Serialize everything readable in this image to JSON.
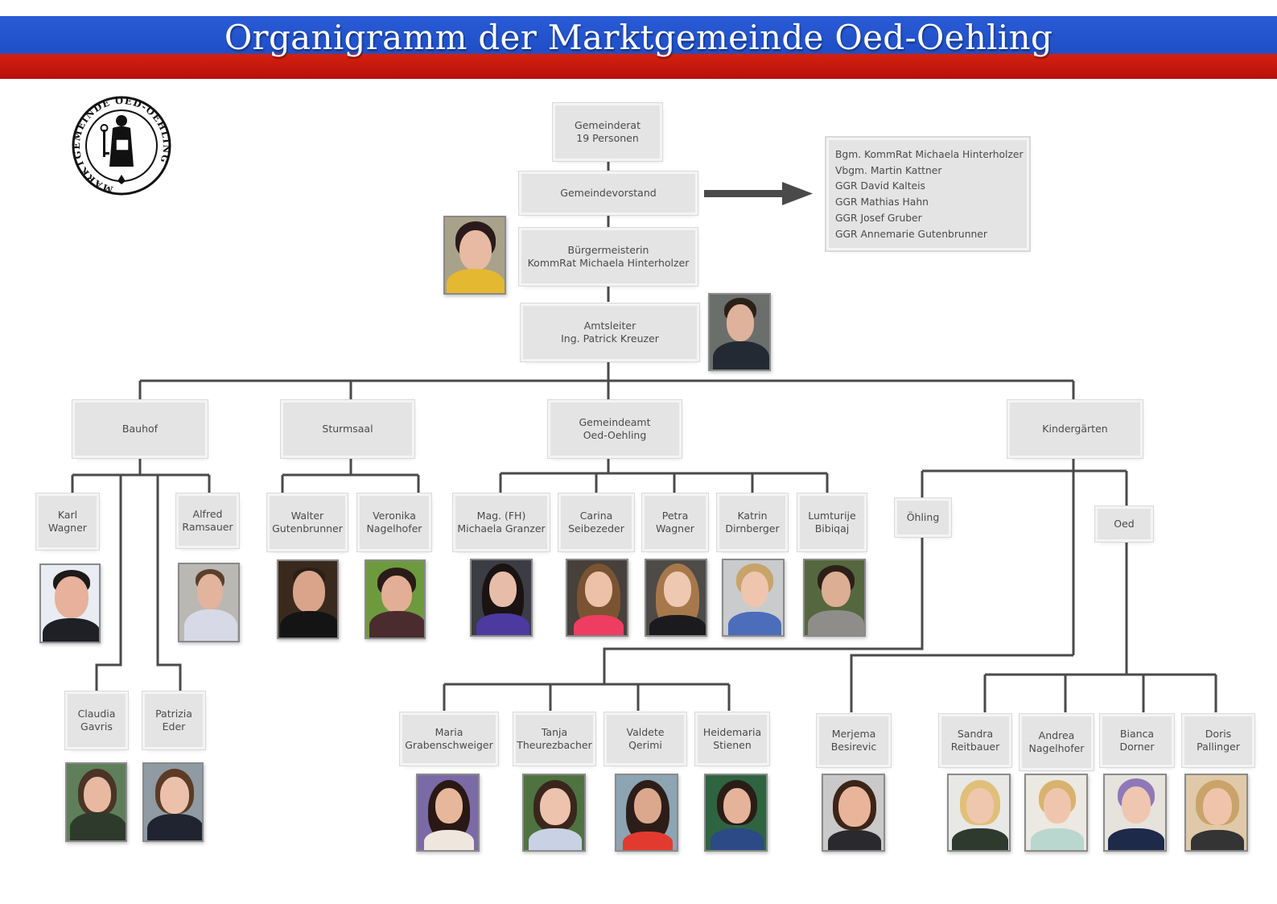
{
  "title": "Organigramm der Marktgemeinde Oed-Oehling",
  "seal": {
    "text": "MARKTGEMEINDE OED-OEHLING",
    "icon": "municipal-seal-icon"
  },
  "gemeinderat": {
    "line1": "Gemeinderat",
    "line2": "19 Personen"
  },
  "gemeindevorstand": {
    "label": "Gemeindevorstand"
  },
  "vorstand_members": [
    "Bgm. KommRat Michaela Hinterholzer",
    "Vbgm. Martin Kattner",
    "GGR David Kalteis",
    "GGR Mathias Hahn",
    "GGR Josef Gruber",
    "GGR Annemarie Gutenbrunner"
  ],
  "buergermeisterin": {
    "line1": "Bürgermeisterin",
    "line2": "KommRat Michaela Hinterholzer"
  },
  "amtsleiter": {
    "line1": "Amtsleiter",
    "line2": "Ing. Patrick Kreuzer"
  },
  "departments": {
    "bauhof": "Bauhof",
    "sturmsaal": "Sturmsaal",
    "gemeindeamt": {
      "line1": "Gemeindeamt",
      "line2": "Oed-Oehling"
    },
    "kindergaerten": "Kindergärten",
    "oehling": "Öhling",
    "oed": "Oed"
  },
  "people": {
    "bauhof": [
      {
        "first": "Karl",
        "last": "Wagner"
      },
      {
        "first": "Alfred",
        "last": "Ramsauer"
      },
      {
        "first": "Claudia",
        "last": "Gavris"
      },
      {
        "first": "Patrizia",
        "last": "Eder"
      }
    ],
    "sturmsaal": [
      {
        "first": "Walter",
        "last": "Gutenbrunner"
      },
      {
        "first": "Veronika",
        "last": "Nagelhofer"
      }
    ],
    "gemeindeamt": [
      {
        "first": "Mag. (FH)",
        "last": "Michaela Granzer"
      },
      {
        "first": "Carina",
        "last": "Seibezeder"
      },
      {
        "first": "Petra",
        "last": "Wagner"
      },
      {
        "first": "Katrin",
        "last": "Dirnberger"
      },
      {
        "first": "Lumturije",
        "last": "Bibiqaj"
      }
    ],
    "oehling": [
      {
        "first": "Maria",
        "last": "Grabenschweiger"
      },
      {
        "first": "Tanja",
        "last": "Theurezbacher"
      },
      {
        "first": "Valdete",
        "last": "Qerimi"
      },
      {
        "first": "Heidemaria",
        "last": "Stienen"
      }
    ],
    "kindergaerten_direct": [
      {
        "first": "Merjema",
        "last": "Besirevic"
      }
    ],
    "oed": [
      {
        "first": "Sandra",
        "last": "Reitbauer"
      },
      {
        "first": "Andrea",
        "last": "Nagelhofer"
      },
      {
        "first": "Bianca",
        "last": "Dorner"
      },
      {
        "first": "Doris",
        "last": "Pallinger"
      }
    ]
  },
  "colors": {
    "header_blue": "#1e4fc8",
    "header_red": "#c0140c",
    "box_fill": "#e4e4e4",
    "connector": "#4a4a4a"
  }
}
